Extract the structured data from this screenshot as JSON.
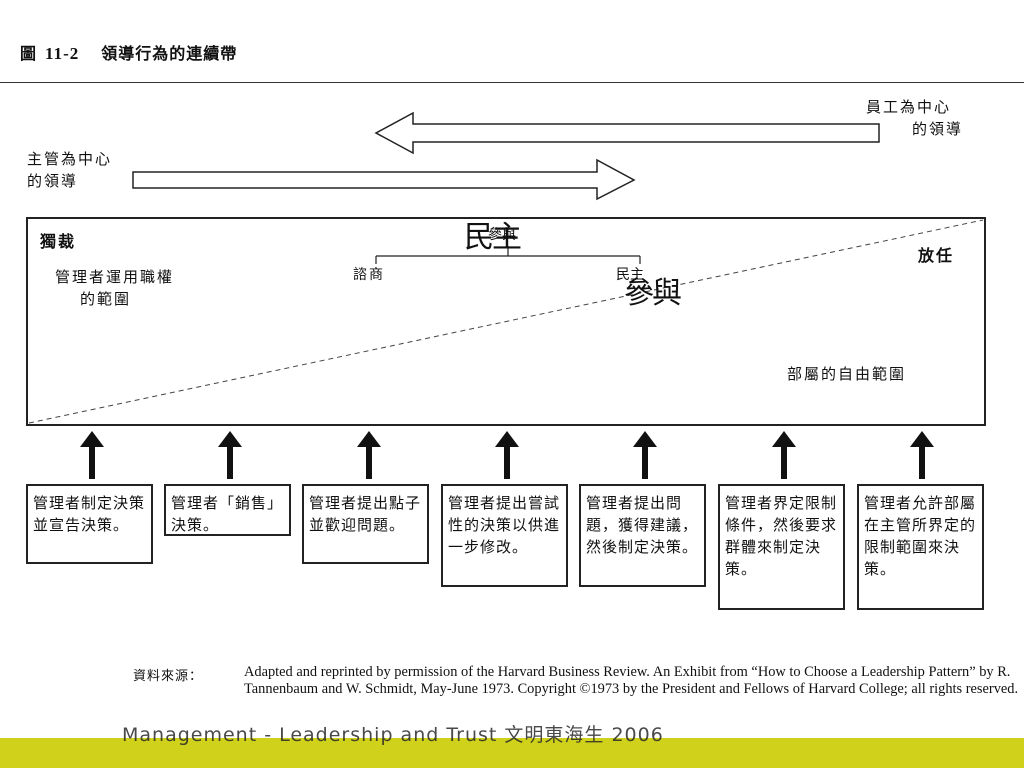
{
  "title": {
    "label": "圖",
    "number": "11-2",
    "text": "領導行為的連續帶"
  },
  "arrows": {
    "employee_label_line1": "員工為中心",
    "employee_label_line2": "的領導",
    "manager_label_line1": "主管為中心",
    "manager_label_line2": "的領導"
  },
  "diagram": {
    "left_label": "獨裁",
    "right_label": "放任",
    "manager_scope_line1": "管理者運用職權",
    "manager_scope_line2": "的範圍",
    "subordinate_scope": "部屬的自由範圍",
    "participation_small": "參與",
    "democracy_overlay": "民主",
    "consultation": "諮商",
    "democracy_small": "民主",
    "participation_overlay": "參與"
  },
  "boxes": [
    "管理者制定決策並宣告決策。",
    "管理者「銷售」決策。",
    "管理者提出點子並歡迎問題。",
    "管理者提出嘗試性的決策以供進一步修改。",
    "管理者提出問題，獲得建議，然後制定決策。",
    "管理者界定限制條件，然後要求群體來制定決策。",
    "管理者允許部屬在主管所界定的限制範圍來決策。"
  ],
  "source": {
    "label": "資料來源：",
    "text": "Adapted and reprinted by permission of the Harvard Business Review. An Exhibit from “How to Choose a Leadership Pattern” by R. Tannenbaum and W. Schmidt, May-June 1973. Copyright ©1973 by the President and Fellows of Harvard College; all rights reserved."
  },
  "footer": {
    "text": "Management - Leadership and Trust 文明東海生 2006"
  },
  "colors": {
    "footer_bar": "#cfd11b",
    "ink": "#111111"
  }
}
